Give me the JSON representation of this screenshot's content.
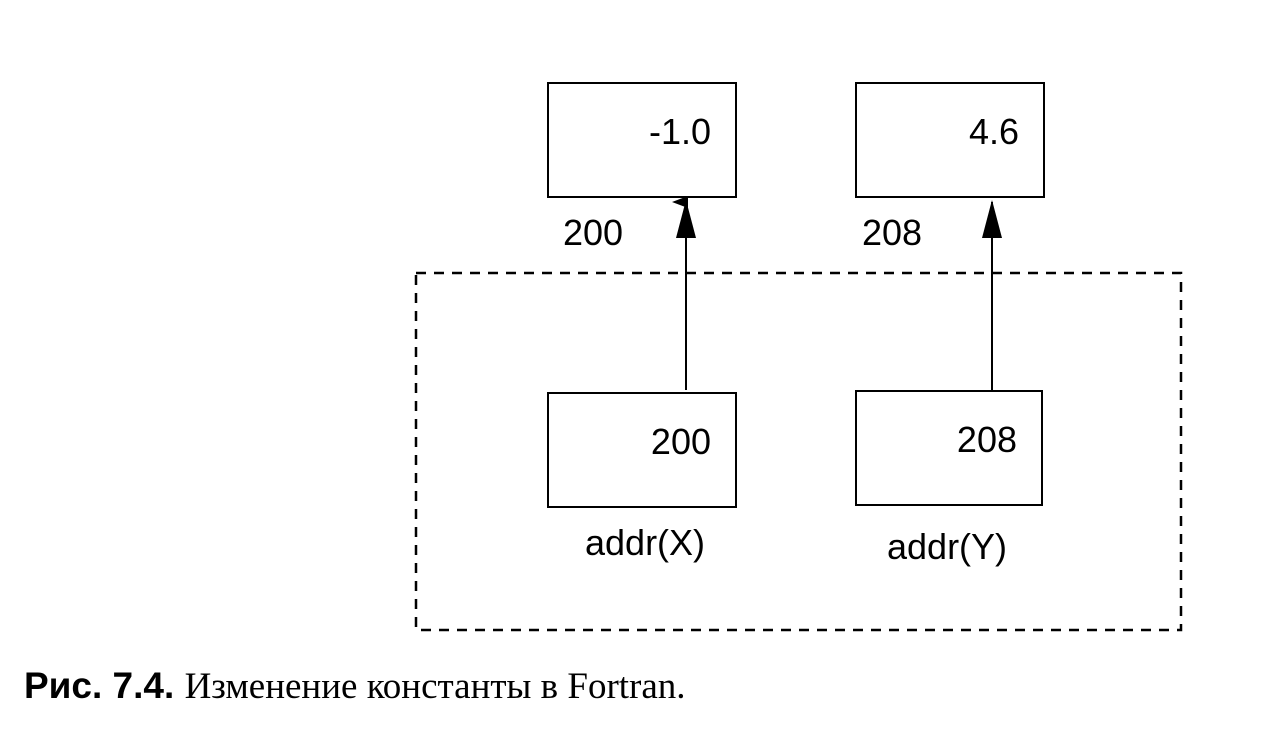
{
  "memory_cells": [
    {
      "value": "-1.0",
      "address": "200"
    },
    {
      "value": "4.6",
      "address": "208"
    }
  ],
  "pointer_cells": [
    {
      "value": "200",
      "label": "addr(X)"
    },
    {
      "value": "208",
      "label": "addr(Y)"
    }
  ],
  "caption": {
    "number": "Рис. 7.4.",
    "text": "Изменение константы в Fortran."
  },
  "colors": {
    "ink": "#000000",
    "background": "#ffffff"
  }
}
